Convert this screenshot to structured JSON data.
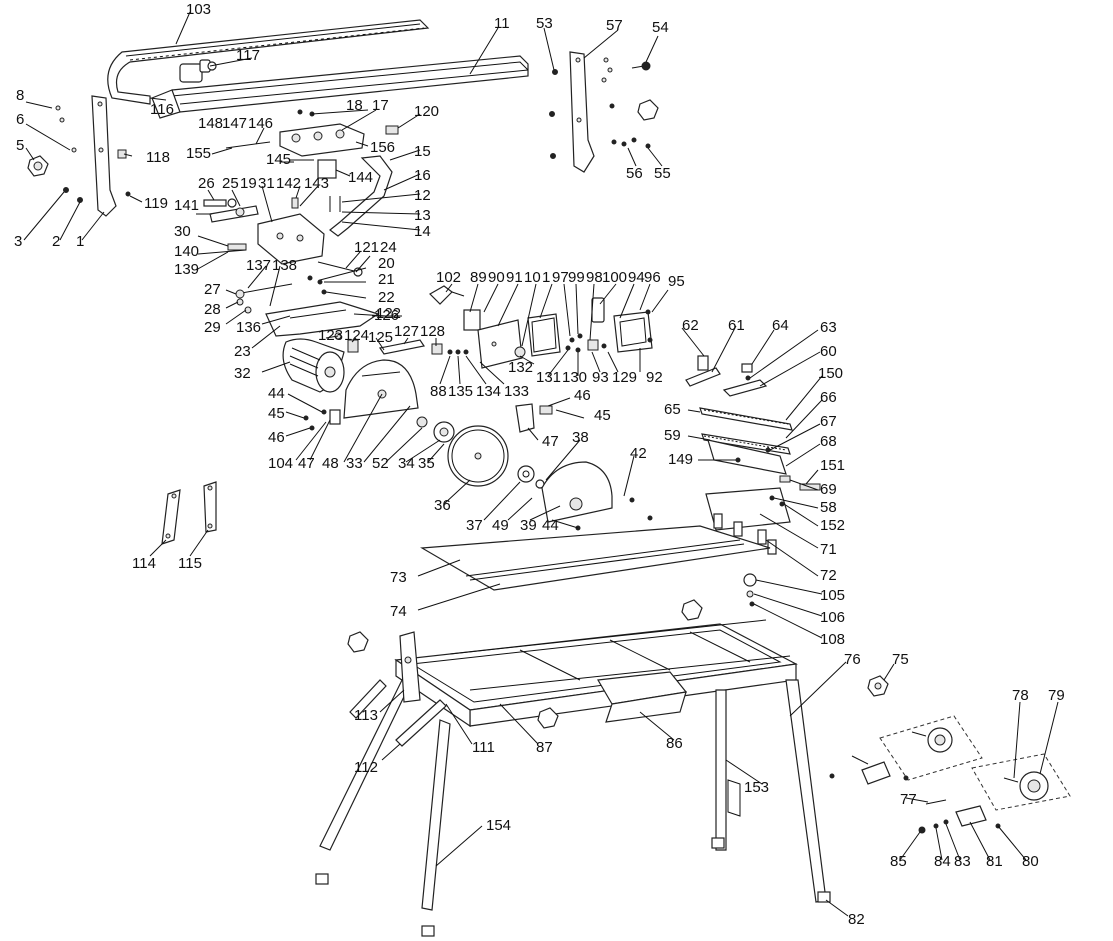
{
  "labels": [
    "103",
    "11",
    "117",
    "116",
    "53",
    "57",
    "54",
    "56",
    "55",
    "8",
    "6",
    "5",
    "3",
    "2",
    "1",
    "118",
    "119",
    "18",
    "17",
    "120",
    "148",
    "147",
    "146",
    "155",
    "156",
    "145",
    "15",
    "144",
    "16",
    "26",
    "25",
    "19",
    "31",
    "142",
    "143",
    "12",
    "13",
    "14",
    "141",
    "30",
    "140",
    "139",
    "121",
    "24",
    "20",
    "21",
    "22",
    "137",
    "138",
    "27",
    "28",
    "29",
    "136",
    "126",
    "122",
    "23",
    "123",
    "124",
    "125",
    "127",
    "128",
    "32",
    "102",
    "89",
    "90",
    "91",
    "10",
    "1",
    "97",
    "99",
    "98",
    "100",
    "94",
    "96",
    "95",
    "132",
    "131",
    "130",
    "93",
    "129",
    "92",
    "88",
    "135",
    "134",
    "133",
    "44",
    "45",
    "46",
    "104",
    "47",
    "48",
    "33",
    "52",
    "34",
    "35",
    "36",
    "37",
    "49",
    "39",
    "38",
    "42",
    "62",
    "61",
    "64",
    "63",
    "60",
    "150",
    "65",
    "66",
    "67",
    "59",
    "68",
    "149",
    "151",
    "69",
    "58",
    "152",
    "71",
    "72",
    "73",
    "74",
    "105",
    "106",
    "108",
    "114",
    "115",
    "75",
    "76",
    "113",
    "112",
    "111",
    "87",
    "86",
    "153",
    "154",
    "82",
    "78",
    "79",
    "77",
    "85",
    "84",
    "83",
    "81",
    "80"
  ]
}
